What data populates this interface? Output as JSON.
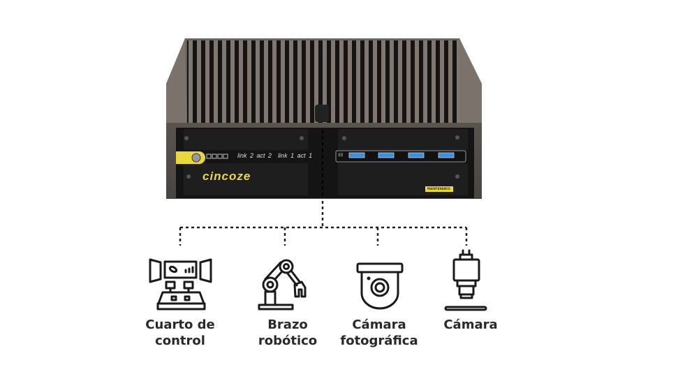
{
  "device": {
    "brand": "cincoze",
    "port_labels": [
      "link 2",
      "act 2",
      "link 1",
      "act 1"
    ],
    "usb_label": "SS",
    "maintenance_label": "MAINTENANCE",
    "brand_color": "#e8d83a"
  },
  "connections": [
    {
      "icon": "control-room-icon",
      "label_line1": "Cuarto de",
      "label_line2": "control"
    },
    {
      "icon": "robotic-arm-icon",
      "label_line1": "Brazo",
      "label_line2": "robótico"
    },
    {
      "icon": "dome-camera-icon",
      "label_line1": "Cámara",
      "label_line2": "fotográfica"
    },
    {
      "icon": "industrial-camera-icon",
      "label_line1": "Cámara",
      "label_line2": ""
    }
  ]
}
